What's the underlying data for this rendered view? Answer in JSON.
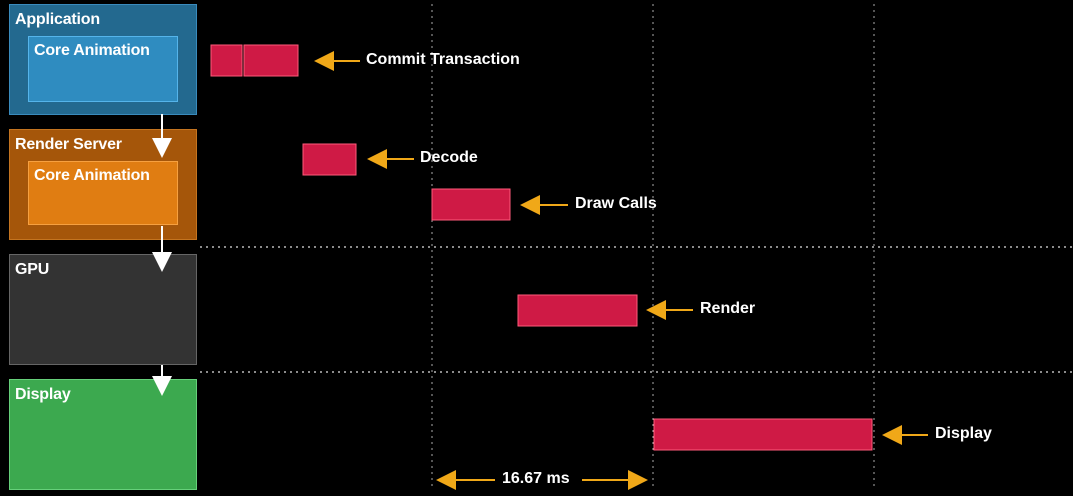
{
  "layers": {
    "application": {
      "title": "Application",
      "inner_title": "Core Animation",
      "color": "#23698f",
      "inner_color": "#2f8cc0"
    },
    "render_server": {
      "title": "Render Server",
      "inner_title": "Core Animation",
      "color": "#a5560a",
      "inner_color": "#e07d12"
    },
    "gpu": {
      "title": "GPU",
      "color": "#333333"
    },
    "display": {
      "title": "Display",
      "color": "#3ca94f"
    }
  },
  "events": {
    "commit": "Commit Transaction",
    "decode": "Decode",
    "draw_calls": "Draw Calls",
    "render": "Render",
    "display": "Display"
  },
  "frame_interval": "16.67 ms",
  "colors": {
    "bar": "#cf1a45",
    "arrow": "#f0a818",
    "flow_arrow": "#ffffff",
    "guide": "#aaaaaa"
  }
}
